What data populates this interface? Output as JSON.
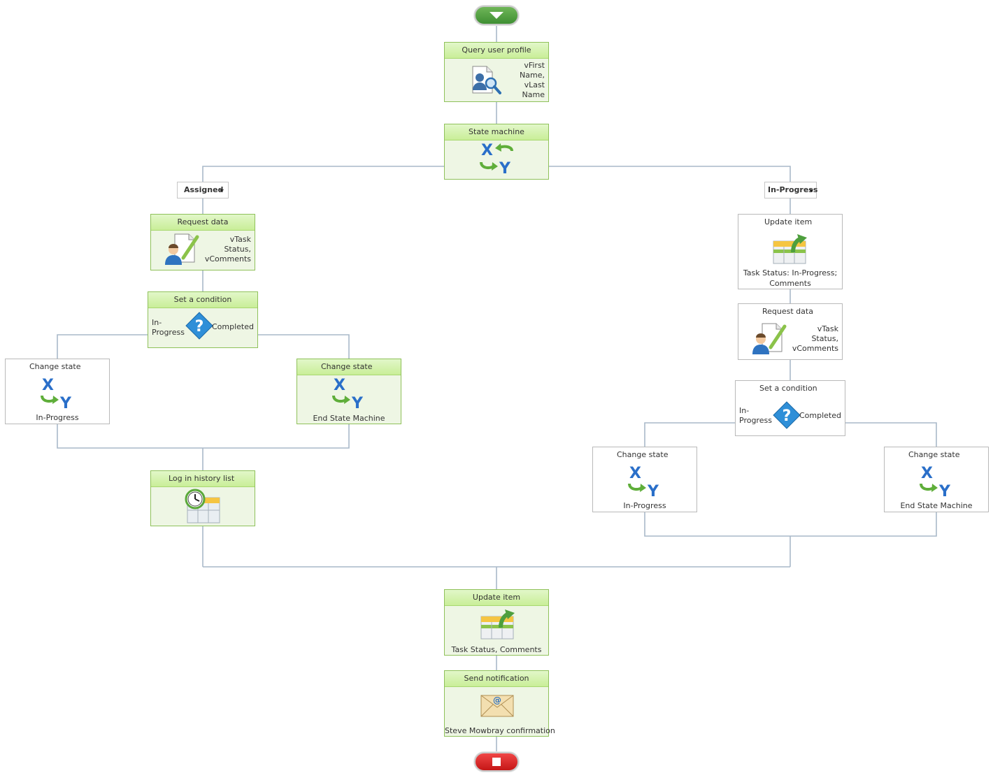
{
  "workflow": {
    "start": {
      "icon": "down-arrow-icon"
    },
    "end": {
      "icon": "stop-square-icon"
    },
    "query_user_profile": {
      "title": "Query user profile",
      "vars": [
        "vFirst",
        "Name,",
        "vLast",
        "Name"
      ]
    },
    "state_machine": {
      "title": "State machine"
    },
    "branch_assigned": {
      "label": "Assigned",
      "request_data": {
        "title": "Request data",
        "vars": [
          "vTask",
          "Status,",
          "vComments"
        ]
      },
      "set_condition": {
        "title": "Set a condition",
        "left": [
          "In-",
          "Progress"
        ],
        "right": "Completed"
      },
      "change_state_left": {
        "title": "Change state",
        "target": "In-Progress"
      },
      "change_state_right": {
        "title": "Change state",
        "target": "End State Machine"
      },
      "log_history": {
        "title": "Log in history list"
      }
    },
    "branch_inprogress": {
      "label": "In-Progress",
      "update_item": {
        "title": "Update item",
        "detail": [
          "Task Status: In-Progress;",
          "Comments"
        ]
      },
      "request_data": {
        "title": "Request data",
        "vars": [
          "vTask",
          "Status,",
          "vComments"
        ]
      },
      "set_condition": {
        "title": "Set a condition",
        "left": [
          "In-",
          "Progress"
        ],
        "right": "Completed"
      },
      "change_state_left": {
        "title": "Change state",
        "target": "In-Progress"
      },
      "change_state_right": {
        "title": "Change state",
        "target": "End State Machine"
      }
    },
    "update_item": {
      "title": "Update item",
      "detail": "Task Status, Comments"
    },
    "send_notification": {
      "title": "Send notification",
      "detail": "Steve Mowbray confirmation"
    }
  },
  "colors": {
    "action_border": "#8fc15a",
    "action_fill": "#eef6e4",
    "connector": "#a9b9c9",
    "start": "#4e9f3d",
    "stop": "#d91d1d"
  }
}
